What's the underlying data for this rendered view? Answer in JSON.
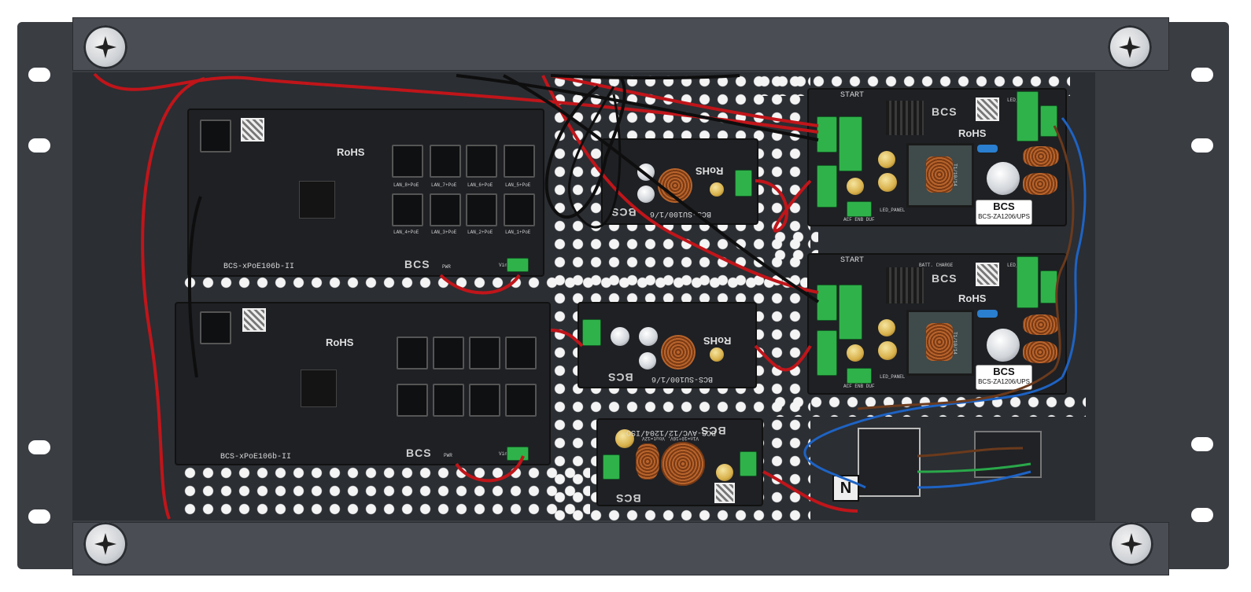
{
  "boards": {
    "switch_top": {
      "model": "BCS-xPoE106b-II",
      "brand": "BCS",
      "rohs": "RoHS",
      "ports": [
        "LAN_8+PoE",
        "LAN_7+PoE",
        "LAN_6+PoE",
        "LAN_5+PoE",
        "LAN_4+PoE",
        "LAN_3+PoE",
        "LAN_2+PoE",
        "LAN_1+PoE"
      ],
      "pwr": "PWR",
      "vin": "Vin"
    },
    "switch_bottom": {
      "model": "BCS-xPoE106b-II",
      "brand": "BCS",
      "rohs": "RoHS",
      "pwr": "PWR",
      "vin": "Vin"
    },
    "converter_top": {
      "model": "BCS-SU100/1/6",
      "brand": "BCS",
      "rohs": "RoHS"
    },
    "converter_mid": {
      "model": "BCS-SU100/1/6",
      "brand": "BCS",
      "rohs": "RoHS"
    },
    "converter_bottom": {
      "model": "BCS-AVC/12/1204/ISO",
      "brand": "BCS",
      "spec": "Vin=10÷16V, Vout=12V"
    },
    "psu_top": {
      "model": "BCS-ZA1206/UPS",
      "brand": "BCS",
      "rohs": "RoHS",
      "start": "START",
      "led_panel": "LED_PANEL",
      "led": "LED_AC",
      "acf": "ACF  ENB  DUF",
      "transformer": "T1/10/14"
    },
    "psu_bottom": {
      "model": "BCS-ZA1206/UPS",
      "brand": "BCS",
      "rohs": "RoHS",
      "start": "START",
      "batt": "BATT. CHARGE",
      "led_panel": "LED_PANEL",
      "led": "LED_AC",
      "acf": "ACF  ENB  DUF",
      "transformer": "T1/10/14"
    }
  },
  "mains": {
    "neutral_mark": "N"
  },
  "colors": {
    "chassis": "#3a3d42",
    "panel": "#2b2e33",
    "pcb": "#1e2024",
    "terminal": "#2fb24a",
    "wire_red": "#c0151a",
    "wire_black": "#0e0e0e",
    "wire_blue": "#1e63c4",
    "wire_brown": "#6b3a1c"
  }
}
